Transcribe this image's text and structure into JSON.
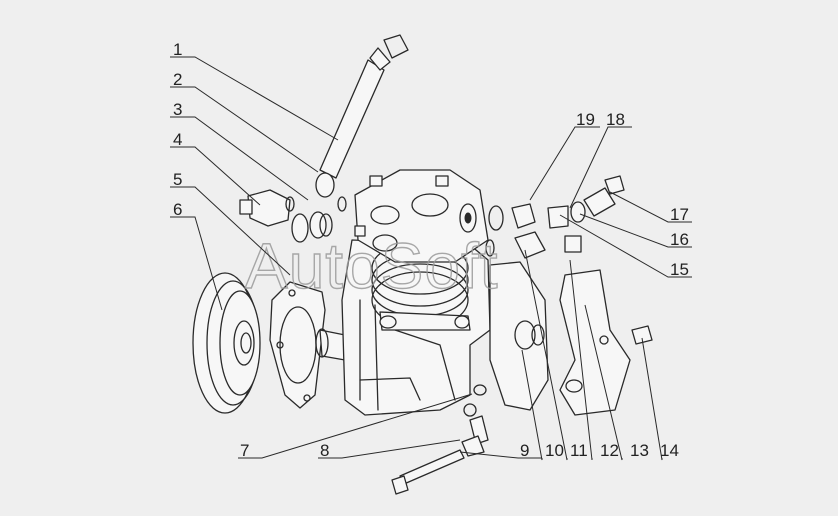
{
  "watermark": "AutoSoft",
  "callouts": [
    "1",
    "2",
    "3",
    "4",
    "5",
    "6",
    "7",
    "8",
    "9",
    "10",
    "11",
    "12",
    "13",
    "14",
    "15",
    "16",
    "17",
    "18",
    "19"
  ],
  "colors": {
    "background": "#efefef",
    "line": "#2a2a2a",
    "watermark": "#9a9a9a"
  }
}
